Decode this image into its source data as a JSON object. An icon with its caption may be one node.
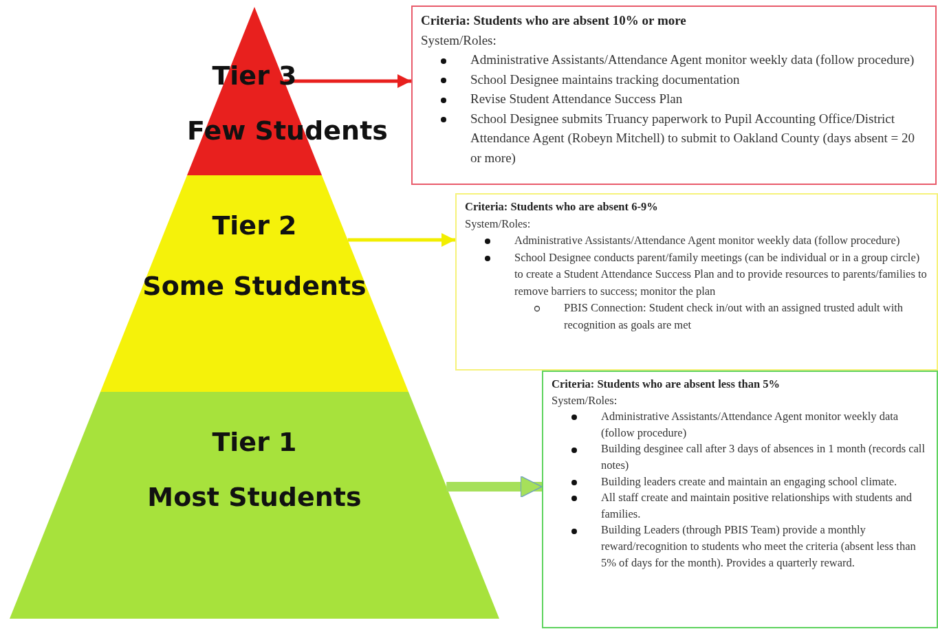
{
  "diagram": {
    "nodes": [
      {
        "text": [
          "Tier 3",
          "Few Students"
        ]
      },
      {
        "text": [
          "Criteria: Students who are absent 10% or more",
          "System/Roles:",
          "Administrative Assistants/Attendance Agent monitor weekly data (follow procedure)",
          "School Designee maintains tracking documentation",
          "Revise Student Attendance Success Plan",
          "School Designee submits Truancy paperwork to Pupil Accounting Office/District Attendance Agent (Robeyn Mitchell) to submit to Oakland County (days absent = 20 or more)"
        ]
      },
      {
        "text": [
          "Tier 2",
          "Some Students"
        ]
      },
      {
        "text": [
          "Criteria: Students who are absent 6-9%",
          "System/Roles:",
          "Administrative Assistants/Attendance Agent monitor weekly data (follow procedure)",
          "School Designee conducts parent/family meetings (can be individual or in a group circle) to create a Student Attendance Success Plan and to provide resources to parents/families to remove barriers to success; monitor the plan",
          "PBIS Connection: Student check in/out with an assigned trusted adult with recognition as goals are met"
        ]
      },
      {
        "text": [
          "Tier 1",
          "Most Students"
        ]
      },
      {
        "text": [
          "Criteria: Students who are absent less than 5%",
          "System/Roles:",
          "Administrative Assistants/Attendance Agent monitor weekly data (follow procedure)",
          "Building desginee call after 3 days of absences in 1 month (records call notes)",
          "Building leaders create and maintain an engaging school climate.",
          "All staff create and maintain positive relationships with students and families.",
          "Building Leaders (through PBIS Team) provide a monthly reward/recognition to students who meet the criteria (absent less than 5% of days for the month). Provides a quarterly reward."
        ]
      }
    ],
    "edges": [
      {
        "from": 0,
        "to": 1,
        "arrow": "to",
        "color": "#e8201e"
      },
      {
        "from": 2,
        "to": 3,
        "arrow": "to",
        "color": "#f2ee00"
      },
      {
        "from": 4,
        "to": 5,
        "arrow": "to",
        "style": "thick",
        "color": "#a6e05a"
      }
    ]
  }
}
